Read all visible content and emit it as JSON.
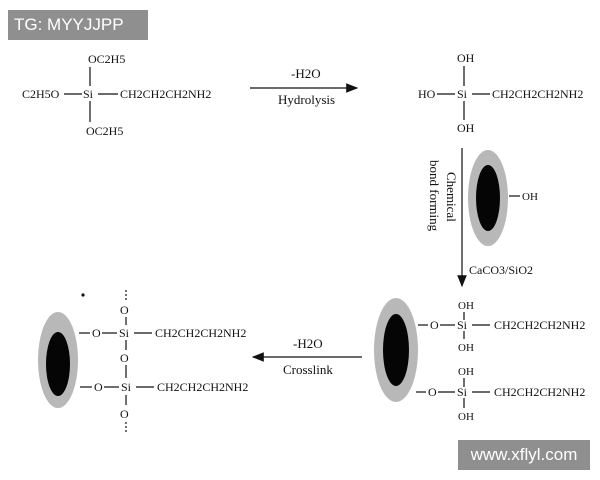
{
  "watermark_top": "TG: MYYJJPP",
  "watermark_bottom": "www.xflyl.com",
  "reactant": {
    "left_group": "C2H5O",
    "top_group": "OC2H5",
    "bottom_group": "OC2H5",
    "center": "Si",
    "chain": "CH2CH2CH2NH2"
  },
  "step1": {
    "top": "-H2O",
    "bottom": "Hydrolysis"
  },
  "silanol": {
    "top": "OH",
    "left": "HO",
    "bottom": "OH",
    "center": "Si",
    "chain": "CH2CH2CH2NH2"
  },
  "step2": {
    "label_line1": "Chemical",
    "label_line2": "bond forming",
    "surface_group": "OH",
    "reagent": "CaCO3/SiO2"
  },
  "bonded": {
    "upper": {
      "top": "OH",
      "bottom": "OH",
      "linker": "O",
      "center": "Si",
      "chain": "CH2CH2CH2NH2"
    },
    "lower": {
      "top": "OH",
      "bottom": "OH",
      "linker": "O",
      "center": "Si",
      "chain": "CH2CH2CH2NH2"
    }
  },
  "step3": {
    "top": "-H2O",
    "bottom": "Crosslink"
  },
  "crosslinked": {
    "upper": {
      "top": "O",
      "linker": "O",
      "center": "Si",
      "chain": "CH2CH2CH2NH2"
    },
    "middle": "O",
    "lower": {
      "bottom": "O",
      "linker": "O",
      "center": "Si",
      "chain": "CH2CH2CH2NH2"
    }
  }
}
